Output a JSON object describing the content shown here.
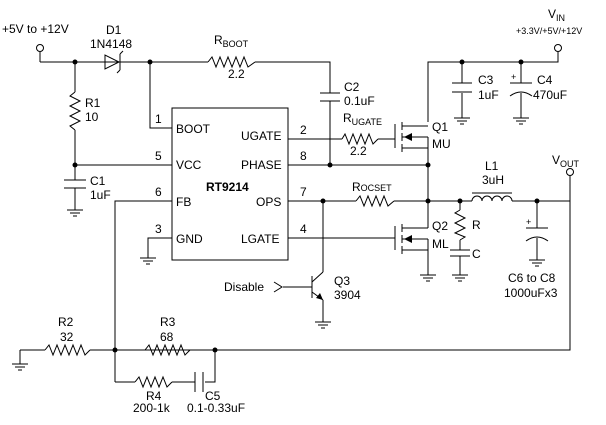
{
  "supply_in": "+5V to +12V",
  "vin": {
    "main": "V",
    "sub": "IN",
    "rating": "+3.3V/+5V/+12V"
  },
  "vout": {
    "main": "V",
    "sub": "OUT"
  },
  "ic": {
    "name": "RT9214",
    "pins": {
      "boot": {
        "num": "1",
        "name": "BOOT"
      },
      "vcc": {
        "num": "5",
        "name": "VCC"
      },
      "fb": {
        "num": "6",
        "name": "FB"
      },
      "gnd": {
        "num": "3",
        "name": "GND"
      },
      "ugate": {
        "num": "2",
        "name": "UGATE"
      },
      "phase": {
        "num": "8",
        "name": "PHASE"
      },
      "ops": {
        "num": "7",
        "name": "OPS"
      },
      "lgate": {
        "num": "4",
        "name": "LGATE"
      }
    }
  },
  "components": {
    "d1": {
      "ref": "D1",
      "value": "1N4148"
    },
    "rboot": {
      "ref": "R",
      "sub": "BOOT",
      "value": "2.2"
    },
    "r1": {
      "ref": "R1",
      "value": "10"
    },
    "c1": {
      "ref": "C1",
      "value": "1uF"
    },
    "c2": {
      "ref": "C2",
      "value": "0.1uF"
    },
    "c3": {
      "ref": "C3",
      "value": "1uF"
    },
    "c4": {
      "ref": "C4",
      "value": "470uF"
    },
    "rugate": {
      "ref": "R",
      "sub": "UGATE",
      "value": "2.2"
    },
    "q1": {
      "ref": "Q1",
      "value": "MU"
    },
    "rocset": {
      "ref": "R",
      "sub": "OCSET"
    },
    "l1": {
      "ref": "L1",
      "value": "3uH"
    },
    "q2": {
      "ref": "Q2",
      "value": "ML"
    },
    "r_snub": {
      "ref": "R"
    },
    "c_snub": {
      "ref": "C"
    },
    "c6_8": {
      "ref": "C6 to C8",
      "value": "1000uFx3"
    },
    "q3": {
      "ref": "Q3",
      "value": "3904"
    },
    "r2": {
      "ref": "R2",
      "value": "32"
    },
    "r3": {
      "ref": "R3",
      "value": "68"
    },
    "r4": {
      "ref": "R4",
      "value": "200-1k"
    },
    "c5": {
      "ref": "C5",
      "value": "0.1-0.33uF"
    }
  },
  "disable_label": "Disable"
}
